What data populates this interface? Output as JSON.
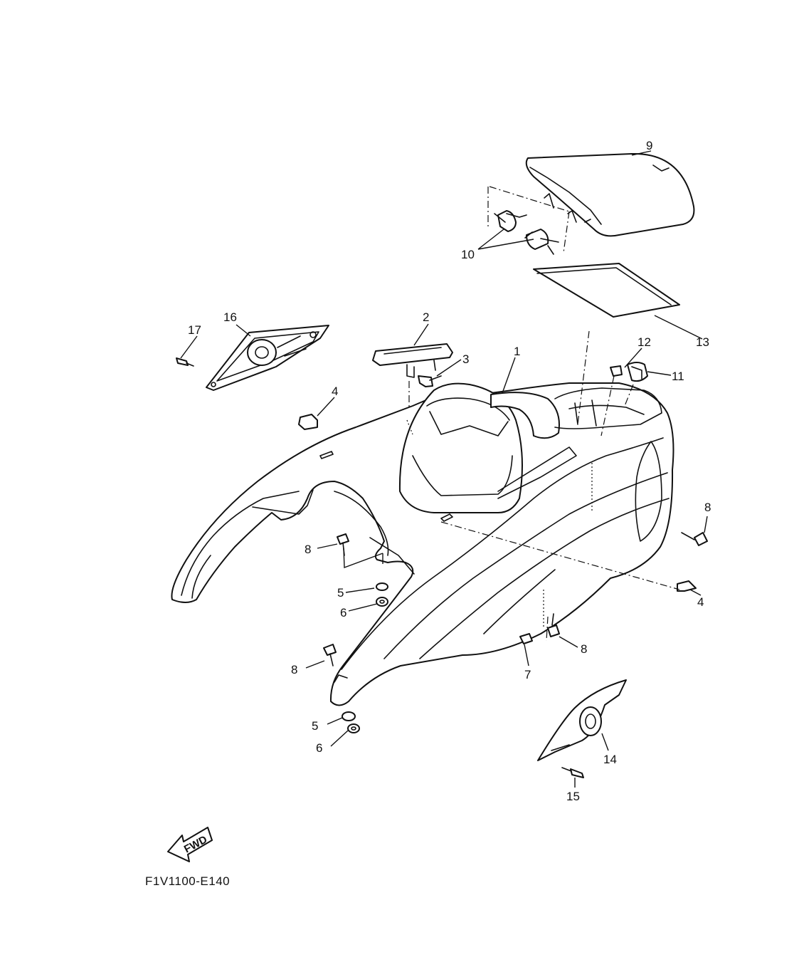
{
  "diagram_code": "F1V1100-E140",
  "fwd_arrow": {
    "label": "FWD",
    "icon": "fwd-arrow-icon"
  },
  "callouts": {
    "c1": "1",
    "c2": "2",
    "c3": "3",
    "c4a": "4",
    "c4b": "4",
    "c5a": "5",
    "c5b": "5",
    "c6a": "6",
    "c6b": "6",
    "c7": "7",
    "c8a": "8",
    "c8b": "8",
    "c8c": "8",
    "c8d": "8",
    "c9": "9",
    "c10": "10",
    "c11": "11",
    "c12": "12",
    "c13": "13",
    "c14": "14",
    "c15": "15",
    "c16": "16",
    "c17": "17"
  }
}
